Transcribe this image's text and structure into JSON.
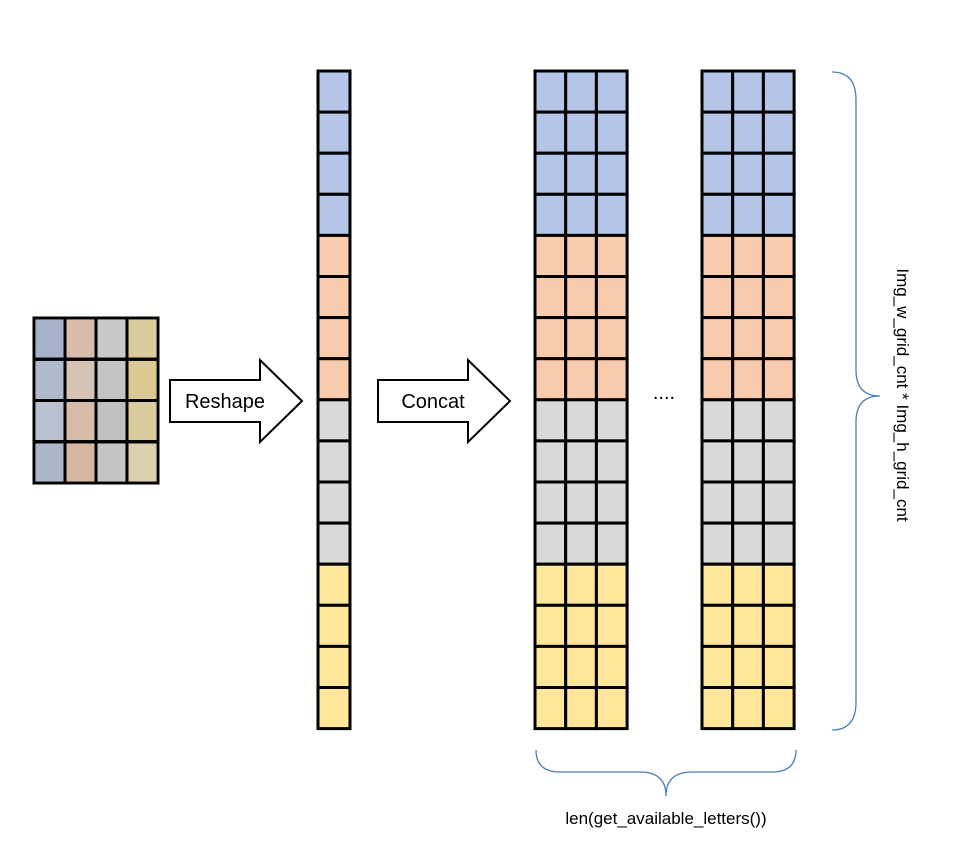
{
  "arrows": {
    "reshape_label": "Reshape",
    "concat_label": "Concat"
  },
  "ellipsis": "....",
  "vertical_brace_label": "Img_w_grid_cnt * Img_h_grid_cnt",
  "horizontal_brace_label": "len(get_available_letters())",
  "colors": {
    "blue": "#b4c6e7",
    "orange": "#f8cbad",
    "gray": "#d9d9d9",
    "yellow": "#ffe699",
    "brace": "#4a7dbf",
    "grid_stroke": "#000000"
  },
  "input_image": {
    "columns": 4,
    "rows": 4,
    "column_colors": [
      "blue",
      "orange",
      "gray",
      "yellow"
    ]
  },
  "column_vector": {
    "cells": [
      "blue",
      "blue",
      "blue",
      "blue",
      "orange",
      "orange",
      "orange",
      "orange",
      "gray",
      "gray",
      "gray",
      "gray",
      "yellow",
      "yellow",
      "yellow",
      "yellow"
    ]
  },
  "concat_blocks": {
    "visible_blocks": 2,
    "columns_per_block": 3,
    "rows": [
      "blue",
      "blue",
      "blue",
      "blue",
      "orange",
      "orange",
      "orange",
      "orange",
      "gray",
      "gray",
      "gray",
      "gray",
      "yellow",
      "yellow",
      "yellow",
      "yellow"
    ]
  }
}
